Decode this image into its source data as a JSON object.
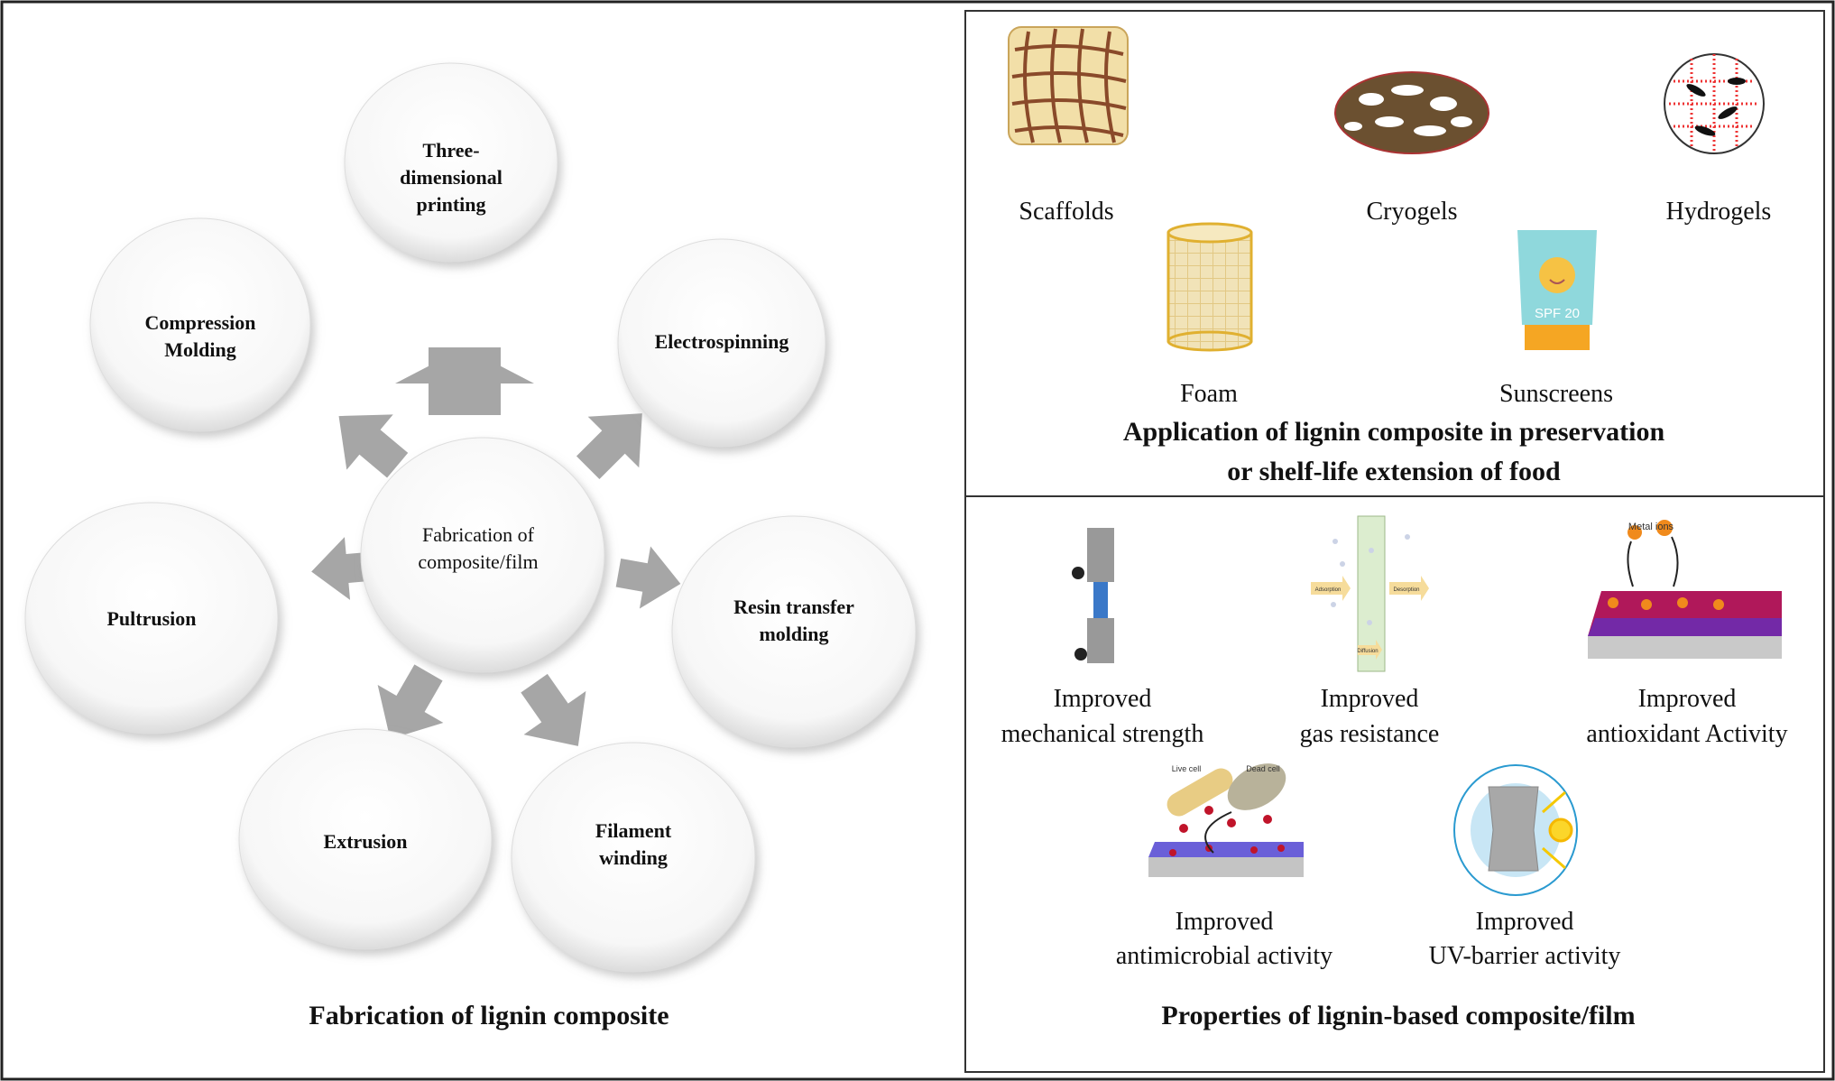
{
  "fabrication": {
    "center": [
      "Fabrication of",
      "composite/film"
    ],
    "methods": [
      {
        "lines": [
          "Three-",
          "dimensional",
          "printing"
        ]
      },
      {
        "lines": [
          "Compression",
          "Molding"
        ]
      },
      {
        "lines": [
          "Electrospinning"
        ]
      },
      {
        "lines": [
          "Pultrusion"
        ]
      },
      {
        "lines": [
          "Resin transfer",
          "molding"
        ]
      },
      {
        "lines": [
          "Extrusion"
        ]
      },
      {
        "lines": [
          "Filament",
          "winding"
        ]
      }
    ],
    "title": "Fabrication of lignin composite",
    "arrow_color": "#a6a6a6"
  },
  "applications": {
    "items": [
      "Scaffolds",
      "Cryogels",
      "Hydrogels",
      "Foam",
      "Sunscreens"
    ],
    "sunscreen_label": "SPF 20",
    "title": [
      "Application of lignin composite in preservation",
      "or shelf-life extension of food"
    ]
  },
  "properties": {
    "items": [
      {
        "lines": [
          "Improved",
          "mechanical strength"
        ]
      },
      {
        "lines": [
          "Improved",
          "gas resistance"
        ]
      },
      {
        "lines": [
          "Improved",
          "antioxidant Activity"
        ]
      },
      {
        "lines": [
          "Improved",
          "antimicrobial activity"
        ]
      },
      {
        "lines": [
          "Improved",
          "UV-barrier activity"
        ]
      }
    ],
    "gas_labels": [
      "Adsorption",
      "Desorption",
      "Diffusion"
    ],
    "metal_label": "Metal ions",
    "cell_labels": [
      "Live cell",
      "Dead cell"
    ],
    "title": "Properties of lignin-based composite/film"
  }
}
